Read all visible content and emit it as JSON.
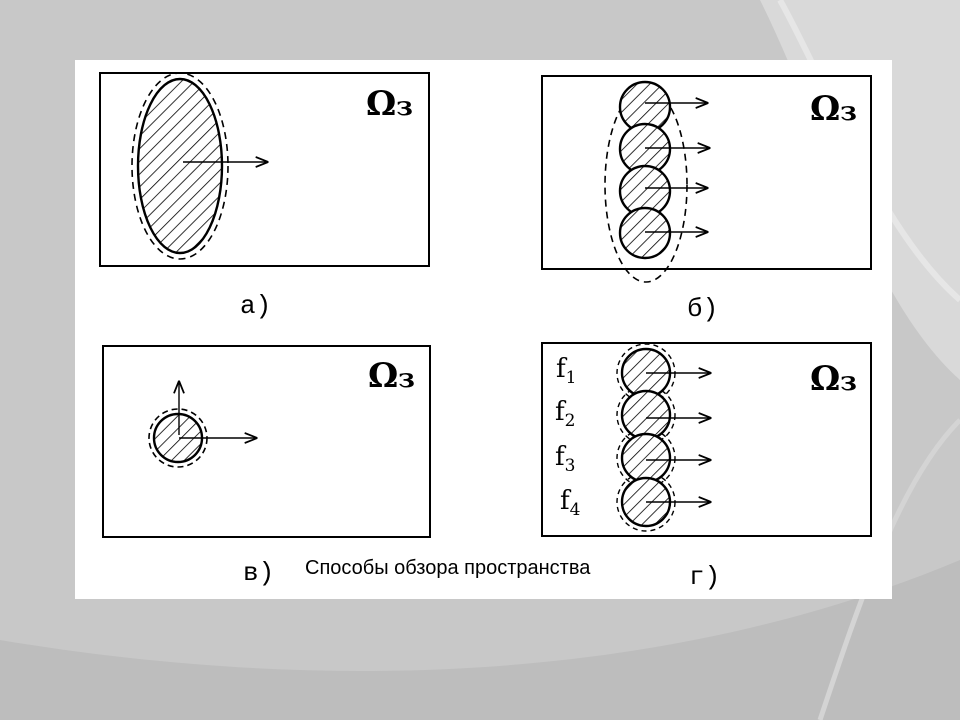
{
  "caption": "Способы обзора пространства",
  "panels": [
    {
      "label": "а)",
      "region": "Ω",
      "region_sub": "з"
    },
    {
      "label": "б)",
      "region": "Ω",
      "region_sub": "з"
    },
    {
      "label": "в)",
      "region": "Ω",
      "region_sub": "з"
    },
    {
      "label": "г)",
      "region": "Ω",
      "region_sub": "з"
    }
  ],
  "frequencies": [
    {
      "symbol": "f",
      "sub": "1"
    },
    {
      "symbol": "f",
      "sub": "2"
    },
    {
      "symbol": "f",
      "sub": "3"
    },
    {
      "symbol": "f",
      "sub": "4"
    }
  ]
}
